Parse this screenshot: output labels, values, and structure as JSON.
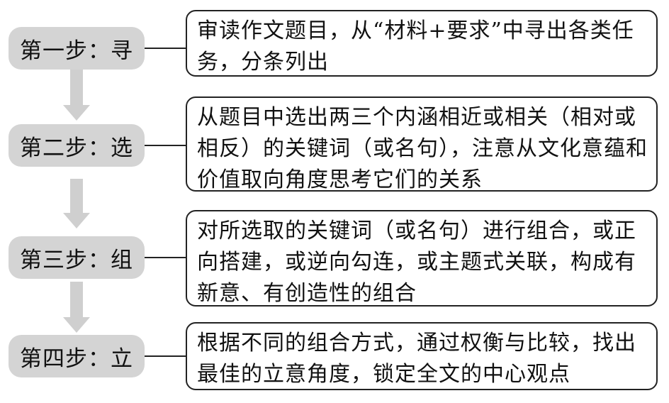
{
  "steps": [
    {
      "label": "第一步：寻",
      "text": "审读作文题目，从“材料+要求”中寻出各类任务，分条列出"
    },
    {
      "label": "第二步：选",
      "text": "从题目中选出两三个内涵相近或相关（相对或相反）的关键词（或名句），注意从文化意蕴和价值取向角度思考它们的关系"
    },
    {
      "label": "第三步：组",
      "text": "对所选取的关键词（或名句）进行组合，或正向搭建，或逆向勾连，或主题式关联，构成有新意、有创造性的组合"
    },
    {
      "label": "第四步：立",
      "text": "根据不同的组合方式，通过权衡与比较，找出最佳的立意角度，锁定全文的中心观点"
    }
  ],
  "colors": {
    "pill_fill": "#d4d4d4",
    "arrow_fill": "#cfcfcf",
    "stroke": "#222222"
  }
}
